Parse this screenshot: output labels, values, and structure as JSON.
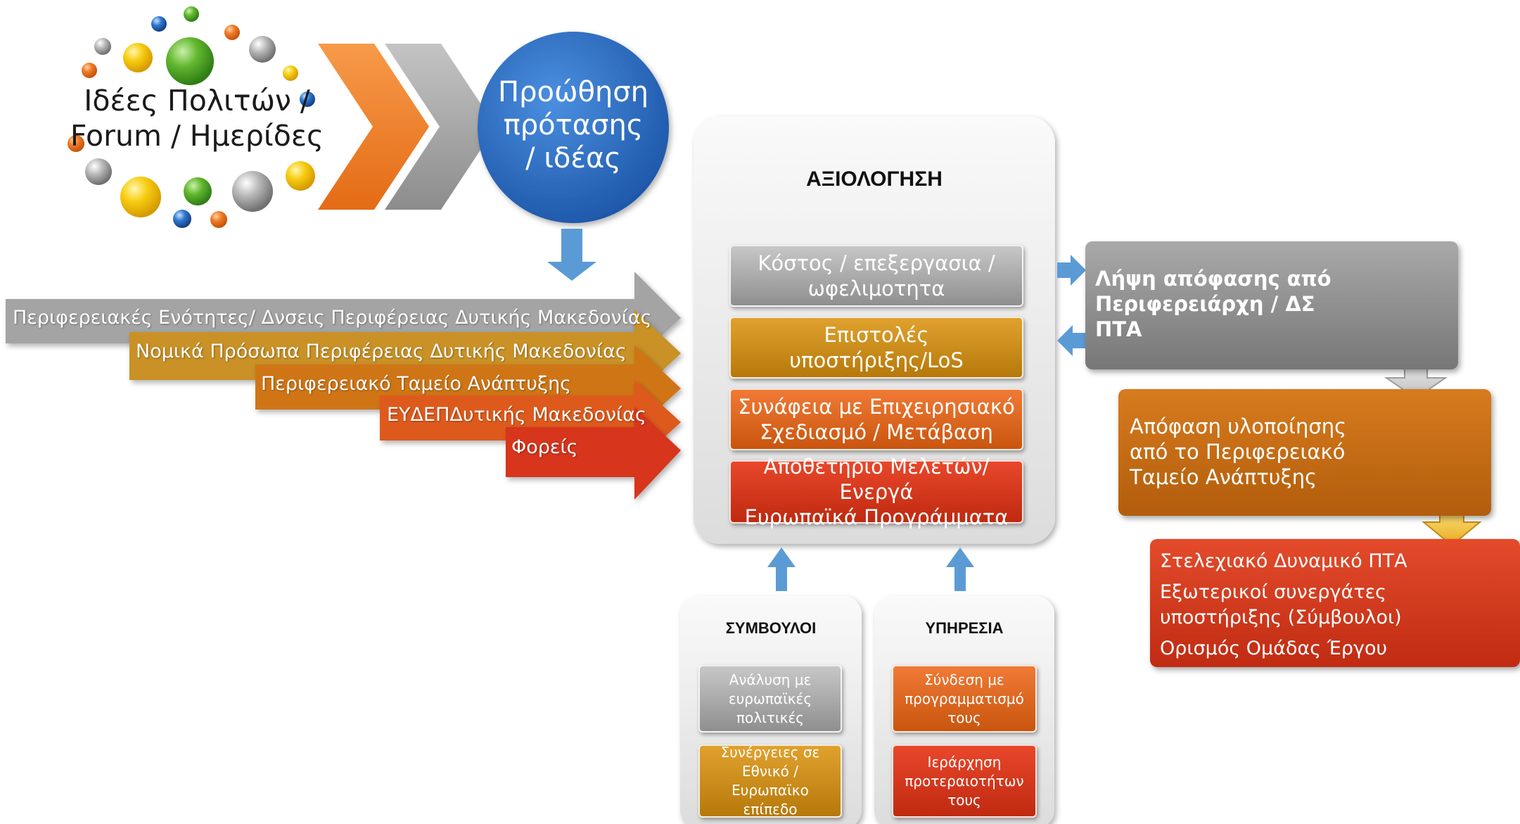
{
  "ideas": {
    "line1": "Ιδέες Πολιτών /",
    "line2": "Forum / Ημερίδες"
  },
  "promotion": {
    "line1": "Προώθηση",
    "line2": "πρότασης",
    "line3": "/ ιδέας"
  },
  "bands": [
    {
      "label": "Περιφερειακές Ενότητες/ Δνσεις Περιφέρειας Δυτικής Μακεδονίας",
      "color": "#a4a4a4"
    },
    {
      "label": "Νομικά Πρόσωπα Περιφέρειας Δυτικής Μακεδονίας",
      "color": "#c99126"
    },
    {
      "label": "Περιφερειακό Ταμείο Ανάπτυξης",
      "color": "#cf7417"
    },
    {
      "label": "ΕΥΔΕΠΔυτικής Μακεδονίας",
      "color": "#de5a1c"
    },
    {
      "label": "Φορείς",
      "color": "#d7361b"
    }
  ],
  "evaluation": {
    "title": "ΑΞΙΟΛΟΓΗΣΗ",
    "items": [
      {
        "line1": "Κόστος / επεξεργασια /",
        "line2": "ωφελιμοτητα"
      },
      {
        "line1": "Επιστολές υποστήριξης/LoS",
        "line2": ""
      },
      {
        "line1": "Συνάφεια με Επιχειρησιακό",
        "line2": "Σχεδιασμό / Μετάβαση"
      },
      {
        "line1": "Αποθετηριο Μελετών/ Ενεργά",
        "line2": "Ευρωπαϊκά Προγράμματα"
      }
    ]
  },
  "advisors": {
    "title": "ΣΥΜΒΟΥΛΟΙ",
    "items": [
      {
        "line1": "Ανάλυση με",
        "line2": "ευρωπαϊκές",
        "line3": "πολιτικές",
        "line4": ""
      },
      {
        "line1": "Συνέργειες σε",
        "line2": "Εθνικό /",
        "line3": "Ευρωπαϊκο",
        "line4": "επίπεδο"
      }
    ]
  },
  "service": {
    "title": "ΥΠΗΡΕΣΙΑ",
    "items": [
      {
        "line1": "Σύνδεση με",
        "line2": "προγραμματισμό",
        "line3": "τους"
      },
      {
        "line1": "Ιεράρχηση",
        "line2": "προτεραιοτήτων",
        "line3": "τους"
      }
    ]
  },
  "decision": {
    "line1": "Λήψη απόφασης από",
    "line2": "Περιφερειάρχη / ΔΣ",
    "line3": "ΠΤΑ"
  },
  "implementation": {
    "line1": "Απόφαση υλοποίησης",
    "line2": "από το Περιφερειακό",
    "line3": "Ταμείο Ανάπτυξης"
  },
  "team": {
    "item1": "Στελεχιακό Δυναμικό ΠΤΑ",
    "item2_line1": "Εξωτερικοί συνεργάτες",
    "item2_line2": "υποστήριξης (Σύμβουλοι)",
    "item3": "Ορισμός Ομάδας Έργου"
  },
  "colors": {
    "arrow_blue": "#5b9bd5",
    "circle_blue": "#2f6fc4",
    "chevron_orange": "#ee7f2d",
    "chevron_grey": "#a6a6a6"
  }
}
